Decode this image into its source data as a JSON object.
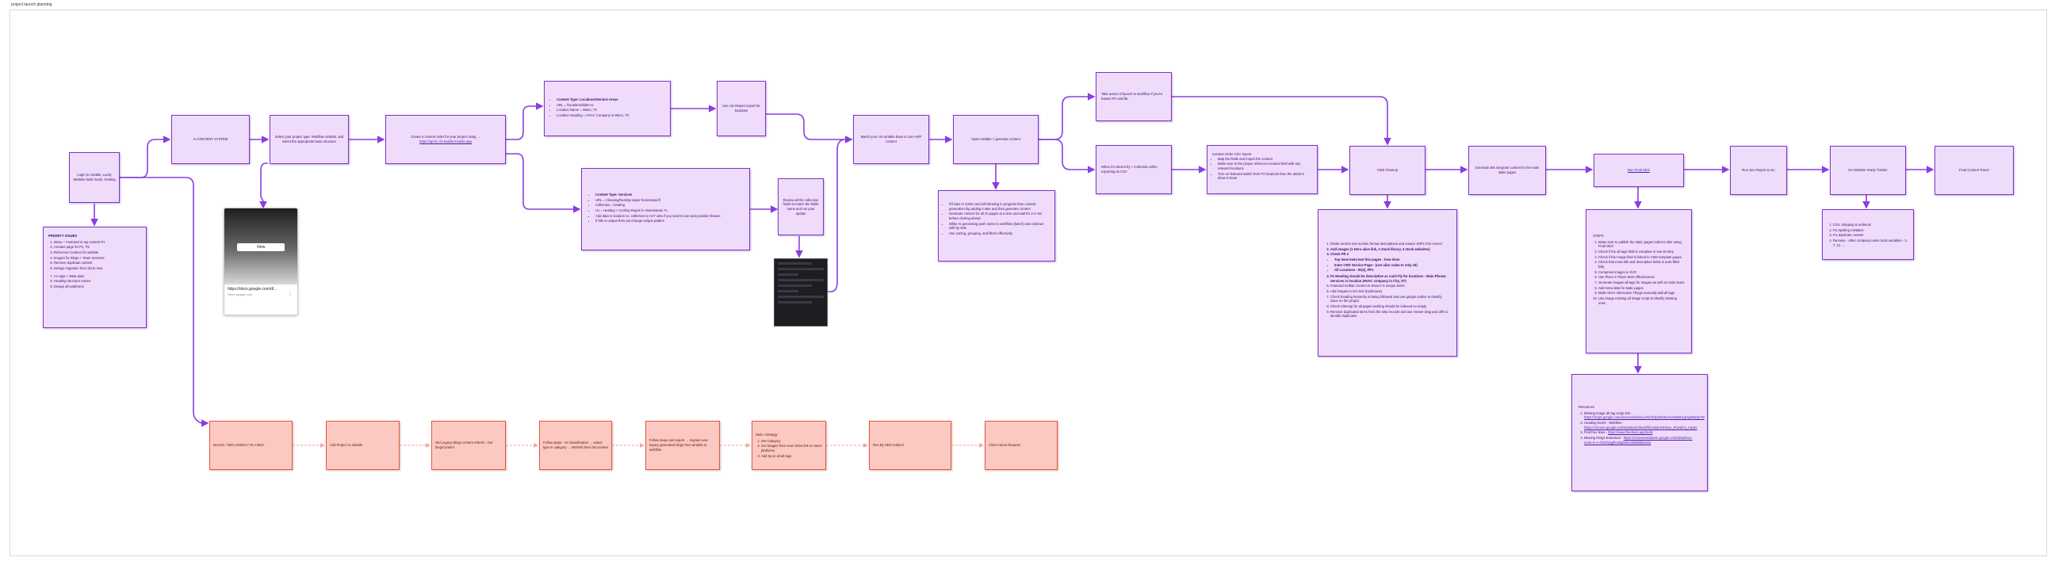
{
  "canvas": {
    "title": "project launch planning"
  },
  "nodes": {
    "login": "Login to Airtable, Lucky Website build mode, Hosting",
    "priority": {
      "title": "PRIORITY ISSUES",
      "items": [
        "Menu – Featured in top content P1",
        "Contact page for P1, P3",
        "Reference location for website",
        "Images for Blogs + Team Services",
        "Remove duplicate content",
        "Design migration from old to new",
        "AA tags + Meta data",
        "Heading structure review",
        "Design all webforms"
      ]
    },
    "ai_content": "AI CONTENT SYSTEM",
    "select_template": "Select your project type: Webflow Airtable, and select the appropriate base structure",
    "create_content": {
      "text": "Create a content order for your project using →",
      "link": "https://ap-bc.cfe.builder.lovable.app"
    },
    "location_top": {
      "items": [
        "Content Type: Locations/Service Areas",
        "URL = /locations/slider-w",
        "Location Name = Waco, TX",
        "Location Heading = HVAC Company in Waco, TX"
      ]
    },
    "location_bottom": {
      "items": [
        "Content Type: Services",
        "URL = Cleaning/heating-repair-homestead-fl",
        "Collection = heating",
        "H1 = Heating + Cooling Repair in Homestead, FL",
        "Add data to location vs. collection to ACT also if you want to use auto position feature",
        "If title is unique then put change unique pattern"
      ]
    },
    "export_csv": "Use csv Report export for locations",
    "review_collection": "Review all the collection fields to match the fields name and run your update",
    "csv_match": "Match your csv airtable base to com-ARF content",
    "airtable_gen": "Open Airtable > generate content",
    "airtable_notes": {
      "items": [
        "It'll take AI 10min and will showing in progress then content generation big adding it take and then generate content",
        "Generate content for all 10 pages at a time and wait for 2-4 min before clicking ahead",
        "While AI generating push some to workflow (batch) and continue with by sets",
        "Use sorting, grouping, and filters effectively"
      ]
    },
    "take_action": "Take action of launch to workflow if you're based API and file",
    "cms_connect": "When it's decent by + Collection when exporting as CSV",
    "csv_import": {
      "items": [
        "Map the fields and import the content",
        "Make sure to the proper reference location field with any relevant locations",
        "Turn on featured switch from P3 locations then the detail in show it clean"
      ]
    },
    "cms_cleanup": "CMS Cleanup",
    "cleanup_list": {
      "plain": [
        "Divide section into section format descriptions and ensure 100% font correct",
        "Add images (1 Hero alive link, 2 stock library, 3 stock websites)",
        "Check PR 2",
        "Top level meta text this pages - how done",
        "Inner CMS Service Page - (use alias value to only 16)",
        "All Locations - ID(s), PP1"
      ],
      "more": [
        "P1 Heading should be descriptive as such Fly for locations - Main Phrase Services in location (HVAC company in City, ST)",
        "Featured toolbar content to show it is unique items",
        "Add images to rich text (top/bonus)",
        "Check heading hierarchy & being followed and use google outline to identify issue on the project",
        "Check Sitemap for all pages working should be indexed so empty",
        "Remove duplicated items from the siria records and use Viewer drag and drift to identify duplicates"
      ]
    },
    "generate_alt": "Generate alts integrate content for the main static pages",
    "run_final_seo": "Run Final SEO",
    "seo_list": {
      "title": "STEPS",
      "items": [
        "Make sure to publish the static pages redirect alter using Final SEO",
        "Check if the all tags field is complete in one sit-step",
        "Check if the Image field is linked to CMS template pages",
        "Check that meta title and description fields is auto-filled fully",
        "Compress images in SVG",
        "Use Place in Place SEO effectiveness",
        "Generate images all tags for images as well as CMS items",
        "Add meta data for static pages",
        "Make ISCH Alternative Things manually add all tags",
        "Use image missing all image script to identify missing ones"
      ]
    },
    "resources": {
      "title": "Resources",
      "items": [
        {
          "text": "Missing image alt tag script link - ",
          "link": "https://script.google.com/a/macros/lucky.io/s/AKfycbzk9LHuH0qNbzgHqzBahpYW"
        },
        {
          "text": "Heading levels - Webflow - ",
          "link": "https://chrome.google.com/webstore/detail/hfcanhjnmlmkoe_PiaAlEnt_rnpolo"
        },
        {
          "text": "Find free lines - ",
          "link": "https://www.freelines.app/tools"
        },
        {
          "text": "Missing things Extension - ",
          "link": "https://chromewebstore.google.com/detail/seo-meta-in-1-click/bjogjfinolajdaboelekBkjkbpinia"
        }
      ]
    },
    "run_seo": "Run Seo Report & run",
    "seo_tracker": "On Website Yearly Tracker",
    "tracker_list": {
      "items": [
        "CSS, shipping & redirects",
        "Fix spelling mistakes",
        "Fix duplicate content",
        "Remove - other company name tools variables - 3, 7, 13 ...."
      ]
    },
    "final_report": "Final Content Tracer"
  },
  "pipeline": [
    "BLOCK / SEO AGENCY IN A BOX",
    "Add Project to airtable",
    "Old Legacy Blogs content refresh - Get blog/Content",
    "Follow steps - UI Classification → select type in category → Refresh their old content",
    "Follow steps and export → migrate new legacy generated blogs from airtable to webflow",
    "Web / Strategy",
    "Set Category",
    "Get images from neon show link on stock platforms",
    "Add Sp to all all tags",
    "Run By SEO redirect",
    "Client Home Request"
  ],
  "webcard": {
    "button": "View",
    "url": "https://docs.google.com/d/...",
    "source": "Drive google.com",
    "more": "⋮"
  },
  "colors": {
    "node_fill": "#efdcfb",
    "node_border": "#7d34c9",
    "edge": "#8a3ee0",
    "pipeline_fill": "#fbc9c2",
    "pipeline_border": "#e4573f"
  }
}
